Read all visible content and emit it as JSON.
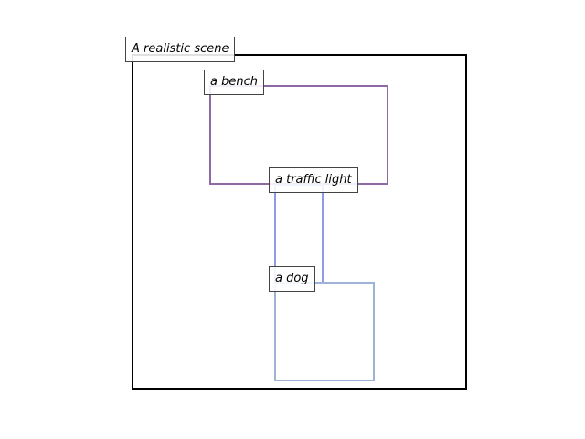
{
  "scene": {
    "label": "A realistic scene",
    "color": "#000000"
  },
  "objects": [
    {
      "id": "bench",
      "label": "a bench",
      "color": "#8e6aa5"
    },
    {
      "id": "traffic_light",
      "label": "a traffic light",
      "color": "#8e99ec"
    },
    {
      "id": "dog",
      "label": "a dog",
      "color": "#9fb3d6"
    }
  ]
}
